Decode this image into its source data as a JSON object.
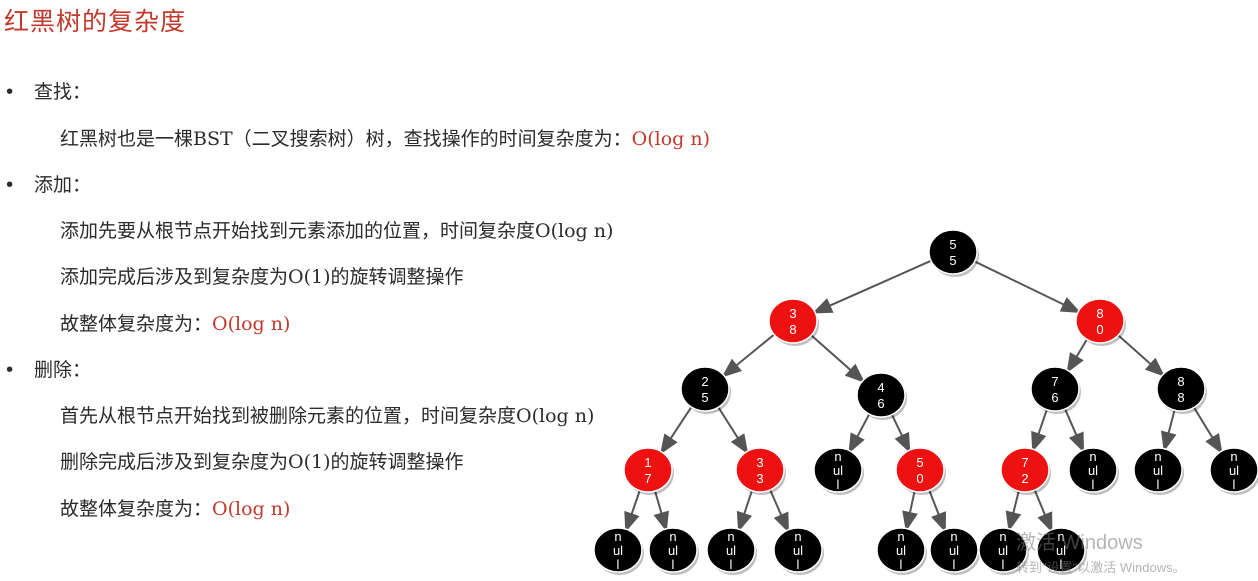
{
  "title": "红黑树的复杂度",
  "sections": [
    {
      "heading": "查找：",
      "lines": [
        {
          "text": "红黑树也是一棵BST（二叉搜索树）树，查找操作的时间复杂度为：",
          "highlight": "O(log n)"
        }
      ]
    },
    {
      "heading": "添加：",
      "lines": [
        {
          "text": "添加先要从根节点开始找到元素添加的位置，时间复杂度O(log n)",
          "highlight": ""
        },
        {
          "text": "添加完成后涉及到复杂度为O(1)的旋转调整操作",
          "highlight": ""
        },
        {
          "text": "故整体复杂度为：",
          "highlight": "O(log n)"
        }
      ]
    },
    {
      "heading": "删除：",
      "lines": [
        {
          "text": "首先从根节点开始找到被删除元素的位置，时间复杂度O(log n)",
          "highlight": ""
        },
        {
          "text": "删除完成后涉及到复杂度为O(1)的旋转调整操作",
          "highlight": ""
        },
        {
          "text": "故整体复杂度为：",
          "highlight": "O(log n)"
        }
      ]
    }
  ],
  "bullet_symbol": "•",
  "colors": {
    "red_node": "#ee1111",
    "black_node": "#000000",
    "accent": "#c0392b"
  },
  "tree": {
    "nodes": [
      {
        "id": "n55",
        "label": [
          "5",
          "5"
        ],
        "color": "black"
      },
      {
        "id": "n38",
        "label": [
          "3",
          "8"
        ],
        "color": "red"
      },
      {
        "id": "n80",
        "label": [
          "8",
          "0"
        ],
        "color": "red"
      },
      {
        "id": "n25",
        "label": [
          "2",
          "5"
        ],
        "color": "black"
      },
      {
        "id": "n46",
        "label": [
          "4",
          "6"
        ],
        "color": "black"
      },
      {
        "id": "n76",
        "label": [
          "7",
          "6"
        ],
        "color": "black"
      },
      {
        "id": "n88",
        "label": [
          "8",
          "8"
        ],
        "color": "black"
      },
      {
        "id": "n17",
        "label": [
          "1",
          "7"
        ],
        "color": "red"
      },
      {
        "id": "n33",
        "label": [
          "3",
          "3"
        ],
        "color": "red"
      },
      {
        "id": "null46l",
        "label": [
          "n",
          "ul",
          "l"
        ],
        "color": "black"
      },
      {
        "id": "n50",
        "label": [
          "5",
          "0"
        ],
        "color": "red"
      },
      {
        "id": "n72",
        "label": [
          "7",
          "2"
        ],
        "color": "red"
      },
      {
        "id": "null76r",
        "label": [
          "n",
          "ul",
          "l"
        ],
        "color": "black"
      },
      {
        "id": "null88l",
        "label": [
          "n",
          "ul",
          "l"
        ],
        "color": "black"
      },
      {
        "id": "null88r",
        "label": [
          "n",
          "ul",
          "l"
        ],
        "color": "black"
      },
      {
        "id": "null17l",
        "label": [
          "n",
          "ul",
          "l"
        ],
        "color": "black"
      },
      {
        "id": "null17r",
        "label": [
          "n",
          "ul",
          "l"
        ],
        "color": "black"
      },
      {
        "id": "null33l",
        "label": [
          "n",
          "ul",
          "l"
        ],
        "color": "black"
      },
      {
        "id": "null33r",
        "label": [
          "n",
          "ul",
          "l"
        ],
        "color": "black"
      },
      {
        "id": "null50l",
        "label": [
          "n",
          "ul",
          "l"
        ],
        "color": "black"
      },
      {
        "id": "null50r",
        "label": [
          "n",
          "ul",
          "l"
        ],
        "color": "black"
      },
      {
        "id": "null72l",
        "label": [
          "n",
          "ul",
          "l"
        ],
        "color": "black"
      },
      {
        "id": "null72r",
        "label": [
          "n",
          "ul",
          "l"
        ],
        "color": "black"
      }
    ],
    "edges": [
      [
        "n55",
        "n38"
      ],
      [
        "n55",
        "n80"
      ],
      [
        "n38",
        "n25"
      ],
      [
        "n38",
        "n46"
      ],
      [
        "n80",
        "n76"
      ],
      [
        "n80",
        "n88"
      ],
      [
        "n25",
        "n17"
      ],
      [
        "n25",
        "n33"
      ],
      [
        "n46",
        "null46l"
      ],
      [
        "n46",
        "n50"
      ],
      [
        "n76",
        "n72"
      ],
      [
        "n76",
        "null76r"
      ],
      [
        "n88",
        "null88l"
      ],
      [
        "n88",
        "null88r"
      ],
      [
        "n17",
        "null17l"
      ],
      [
        "n17",
        "null17r"
      ],
      [
        "n33",
        "null33l"
      ],
      [
        "n33",
        "null33r"
      ],
      [
        "n50",
        "null50l"
      ],
      [
        "n50",
        "null50r"
      ],
      [
        "n72",
        "null72l"
      ],
      [
        "n72",
        "null72r"
      ]
    ]
  },
  "watermark": {
    "line1": "激活 Windows",
    "line2": "转到\"设置\"以激活 Windows。"
  }
}
